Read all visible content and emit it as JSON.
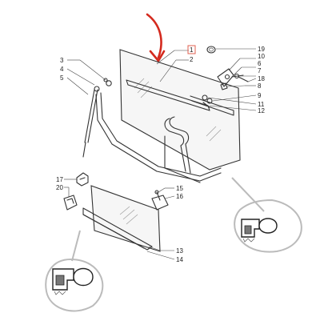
{
  "labels": {
    "l1": "1",
    "l2": "2",
    "l3": "3",
    "l4": "4",
    "l5": "5",
    "l6": "6",
    "l7": "7",
    "l8": "8",
    "l9": "9",
    "l10": "10",
    "l11": "11",
    "l12": "12",
    "l13": "13",
    "l14": "14",
    "l15": "15",
    "l16": "16",
    "l17": "17",
    "l18": "18",
    "l19": "19",
    "l20": "20"
  },
  "colors": {
    "highlight_arrow": "#d42a1e",
    "highlight_box": "#e06050",
    "line": "#333333",
    "callout_circle": "#bbbbbb"
  }
}
